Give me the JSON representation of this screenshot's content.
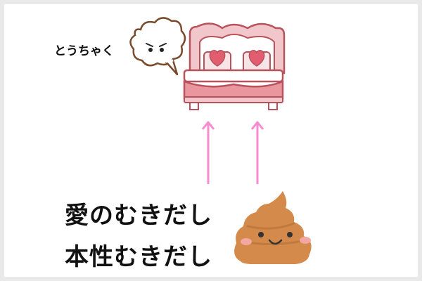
{
  "bubble": {
    "text": "とうちゃく"
  },
  "caption": {
    "line1": "愛のむきだし",
    "line2": "本性むきだし"
  },
  "colors": {
    "background": "#ffffff",
    "border": "#e9e9e9",
    "arrow": "#f98bd0",
    "bed_pink": "#e9969e",
    "bed_dark": "#b8525d",
    "heart": "#e25d6f",
    "poop": "#d48a4a",
    "bubble_outline": "#7a4a2c"
  },
  "icons": [
    "angry-cloud-icon",
    "bed-icon",
    "heart-icon",
    "arrow-up-icon",
    "poop-icon"
  ]
}
